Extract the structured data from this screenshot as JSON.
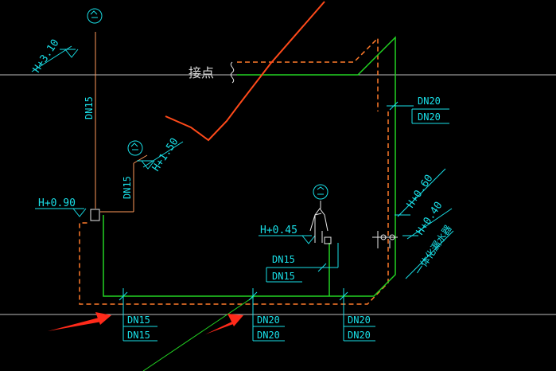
{
  "drawing": {
    "node_label": "接点",
    "chinese_vertical_label": "一体化漏水器",
    "elevations": {
      "h310": "H+3.10",
      "h150": "H+1.50",
      "h090": "H+0.90",
      "h045": "H+0.45",
      "h060": "H+0.60",
      "h040": "H+0.40"
    },
    "pipe_sizes": {
      "dn15_vertical_top": "DN15",
      "dn15_vertical_mid": "DN15",
      "dn20_right_upper": "DN20",
      "dn20_right_lower": "DN20",
      "dn15_fixture_upper": "DN15",
      "dn15_fixture_lower": "DN15",
      "dn15_bottom_left_upper": "DN15",
      "dn15_bottom_left_lower": "DN15",
      "dn20_bottom_mid_upper": "DN20",
      "dn20_bottom_mid_lower": "DN20",
      "dn20_bottom_right_upper": "DN20",
      "dn20_bottom_right_lower": "DN20"
    },
    "colors": {
      "background": "#000000",
      "cyan_text": "#19e0e8",
      "green_pipe": "#22d222",
      "orange_dashed": "#ff7a2a",
      "red_marker": "#ff3a1a",
      "red_arrow": "#ff2a1a",
      "gridline": "#c8c8c8"
    }
  }
}
